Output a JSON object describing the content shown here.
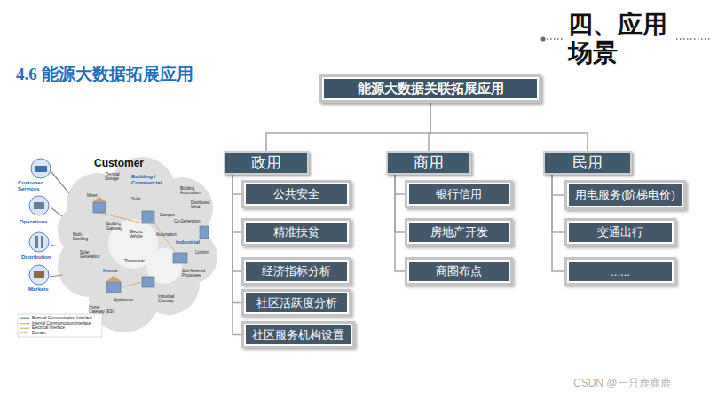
{
  "diagram": {
    "title": "4.6 能源大数据拓展应用",
    "nodes": [
      {
        "text": [
          "能源大数据关联拓展应用"
        ]
      },
      {
        "text": [
          "政用"
        ]
      },
      {
        "text": [
          "商用"
        ]
      },
      {
        "text": [
          "民用"
        ]
      },
      {
        "text": [
          "公共安全"
        ]
      },
      {
        "text": [
          "精准扶贫"
        ]
      },
      {
        "text": [
          "经济指标分析"
        ]
      },
      {
        "text": [
          "社区活跃度分析"
        ]
      },
      {
        "text": [
          "社区服务机构设置"
        ]
      },
      {
        "text": [
          "银行信用"
        ]
      },
      {
        "text": [
          "房地产开发"
        ]
      },
      {
        "text": [
          "商圈布点"
        ]
      },
      {
        "text": [
          "用电服务(阶梯电价)"
        ]
      },
      {
        "text": [
          "交通出行"
        ]
      },
      {
        "text": [
          "......"
        ]
      }
    ],
    "edges": [
      {
        "from": 0,
        "to": 1,
        "arrow": "none"
      },
      {
        "from": 0,
        "to": 2,
        "arrow": "none"
      },
      {
        "from": 0,
        "to": 3,
        "arrow": "none"
      },
      {
        "from": 1,
        "to": 4,
        "arrow": "none"
      },
      {
        "from": 1,
        "to": 5,
        "arrow": "none"
      },
      {
        "from": 1,
        "to": 6,
        "arrow": "none"
      },
      {
        "from": 1,
        "to": 7,
        "arrow": "none"
      },
      {
        "from": 1,
        "to": 8,
        "arrow": "none"
      },
      {
        "from": 2,
        "to": 9,
        "arrow": "none"
      },
      {
        "from": 2,
        "to": 10,
        "arrow": "none"
      },
      {
        "from": 2,
        "to": 11,
        "arrow": "none"
      },
      {
        "from": 3,
        "to": 12,
        "arrow": "none"
      },
      {
        "from": 3,
        "to": 13,
        "arrow": "none"
      },
      {
        "from": 3,
        "to": 14,
        "arrow": "none"
      }
    ],
    "labels": [
      "四、应用场景",
      "Customer",
      "Customer Services",
      "Operations",
      "Distribution",
      "Markets",
      "Building / Commercial",
      "Home",
      "Industrial",
      "Thermal Storage",
      "Building Automation",
      "Solar",
      "Campus",
      "Meter",
      "Distributed Wind",
      "Co-Generation",
      "Electric Vehicle",
      "Building Gateway",
      "Multi-Dwelling",
      "Solar Generation",
      "Thermostat",
      "Automation",
      "Lighting",
      "Sub-Metered Processes",
      "Industrial Gateway",
      "Appliances",
      "Home Gateway (ESI)",
      "CSDN @一只鹿鹿鹿"
    ],
    "legend": [
      {
        "text": "External Communication Interface"
      },
      {
        "text": "Internal Communication Interface"
      },
      {
        "text": "Electrical Interface"
      },
      {
        "text": "Domain"
      }
    ]
  }
}
